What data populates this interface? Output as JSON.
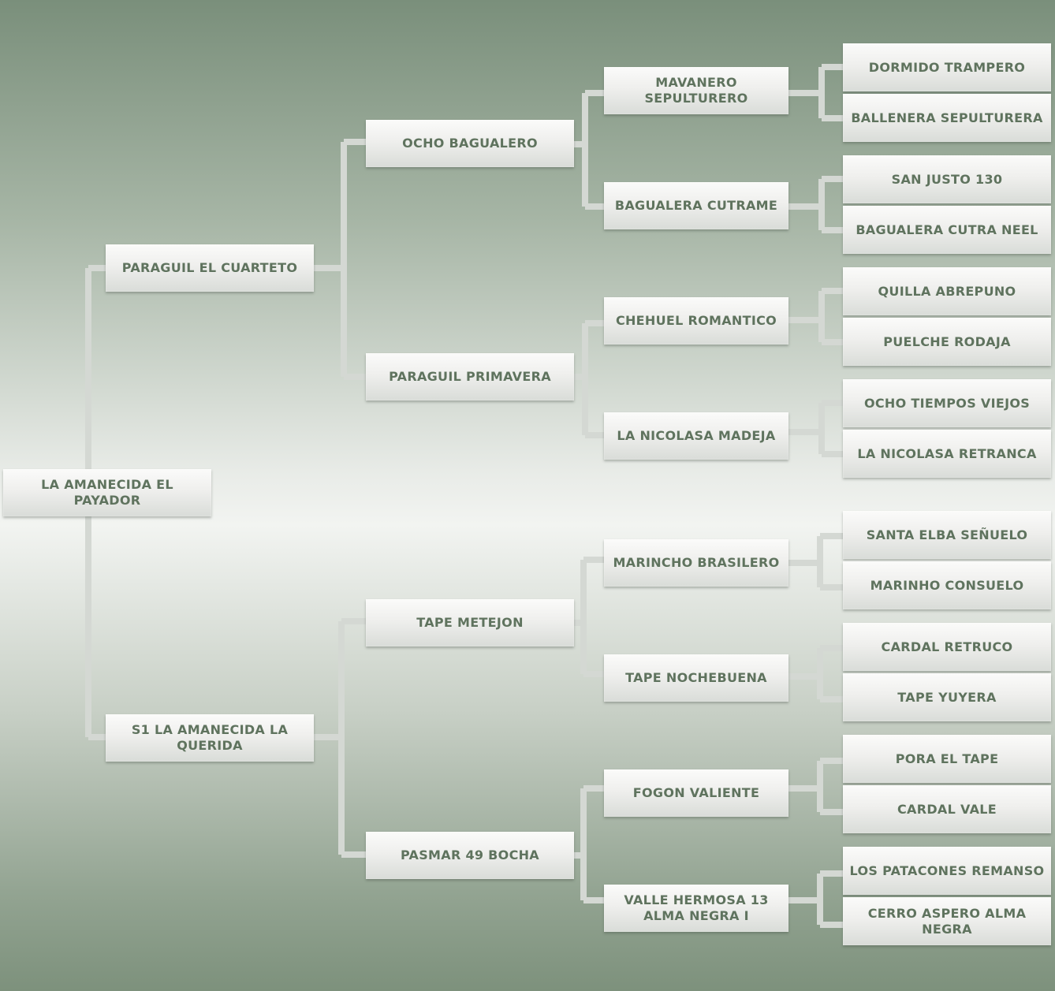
{
  "subject": "LA AMANECIDA EL PAYADOR",
  "parents": {
    "sire": "PARAGUIL EL CUARTETO",
    "dam": "S1 LA AMANECIDA LA QUERIDA"
  },
  "grandparents": {
    "sire_sire": "OCHO BAGUALERO",
    "sire_dam": "PARAGUIL PRIMAVERA",
    "dam_sire": "TAPE METEJON",
    "dam_dam": "PASMAR 49 BOCHA"
  },
  "great_grandparents": [
    "MAVANERO SEPULTURERO",
    "BAGUALERA CUTRAME",
    "CHEHUEL ROMANTICO",
    "LA NICOLASA MADEJA",
    "MARINCHO BRASILERO",
    "TAPE NOCHEBUENA",
    "FOGON VALIENTE",
    "VALLE HERMOSA 13 ALMA NEGRA I"
  ],
  "great_great_grandparents": [
    "DORMIDO TRAMPERO",
    "BALLENERA SEPULTURERA",
    "SAN JUSTO 130",
    "BAGUALERA CUTRA NEEL",
    "QUILLA ABREPUNO",
    "PUELCHE RODAJA",
    "OCHO TIEMPOS VIEJOS",
    "LA NICOLASA RETRANCA",
    "SANTA ELBA SEÑUELO",
    "MARINHO CONSUELO",
    "CARDAL RETRUCO",
    "TAPE YUYERA",
    "PORA EL TAPE",
    "CARDAL VALE",
    "LOS PATACONES REMANSO",
    "CERRO ASPERO ALMA NEGRA"
  ]
}
